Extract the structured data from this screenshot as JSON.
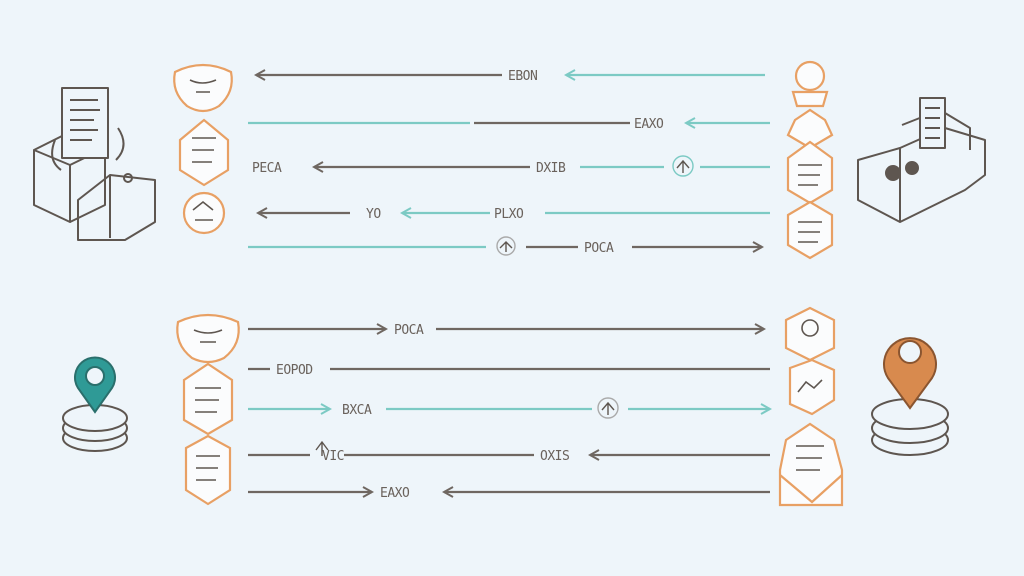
{
  "colors": {
    "background": "#eef5fa",
    "gray_line": "#6f6761",
    "teal_line": "#7ccac4",
    "orange_outline": "#e8a064",
    "sketch": "#5e5650",
    "teal_pin": "#2f9a96",
    "orange_pin": "#d88a4e"
  },
  "top_group": {
    "left_actor_icon": "machine-with-document-icon",
    "right_actor_icon": "machine-with-stack-icon",
    "messages": [
      {
        "label": "EBON",
        "line_color": "gray+teal",
        "direction": "left",
        "label_icon": ""
      },
      {
        "label": "EAXO",
        "line_color": "teal+gray",
        "direction": "left",
        "label_icon": ""
      },
      {
        "label": "PECA",
        "line_color": "gray+teal",
        "direction": "left",
        "label_icon": ""
      },
      {
        "label": "DXIB",
        "line_color": "gray+teal",
        "direction": "none",
        "label_icon": "antenna-icon"
      },
      {
        "label": "PLXO",
        "line_color": "teal",
        "direction": "left",
        "label_icon": ""
      },
      {
        "label": "YO",
        "line_color": "gray",
        "direction": "left",
        "label_icon": ""
      },
      {
        "label": "POCA",
        "line_color": "teal+gray",
        "direction": "right",
        "label_icon": "antenna-icon"
      }
    ]
  },
  "bottom_group": {
    "left_actor_icon": "teal-location-pin-icon",
    "right_actor_icon": "orange-location-pin-icon",
    "messages": [
      {
        "label": "POCA",
        "line_color": "gray",
        "direction": "right",
        "label_icon": ""
      },
      {
        "label": "EOPOD",
        "line_color": "gray",
        "direction": "none",
        "label_icon": ""
      },
      {
        "label": "BXCA",
        "line_color": "teal",
        "direction": "right",
        "label_icon": "antenna-icon"
      },
      {
        "label": "VIC",
        "line_color": "gray",
        "direction": "none",
        "label_icon": "antenna-icon"
      },
      {
        "label": "OXIS",
        "line_color": "gray",
        "direction": "left",
        "label_icon": ""
      },
      {
        "label": "EAXO",
        "line_color": "gray",
        "direction": "right",
        "label_icon": ""
      }
    ]
  }
}
